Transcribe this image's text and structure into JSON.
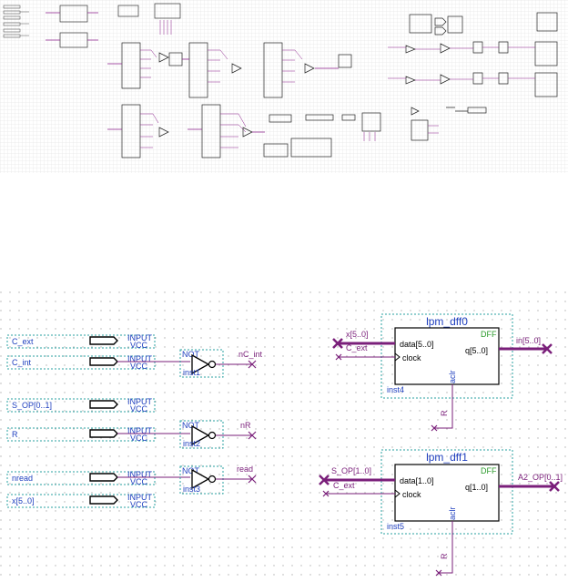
{
  "overview": {
    "gridColor": "#c8c8c8",
    "wireColor": "#8b1f8b",
    "blockColor": "#000000"
  },
  "detail": {
    "inputs": [
      {
        "name": "C_ext",
        "pin": "INPUT",
        "vcc": "VCC"
      },
      {
        "name": "C_int",
        "pin": "INPUT",
        "vcc": "VCC"
      },
      {
        "name": "S_OP[0..1]",
        "pin": "INPUT",
        "vcc": "VCC"
      },
      {
        "name": "R",
        "pin": "INPUT",
        "vcc": "VCC"
      },
      {
        "name": "nread",
        "pin": "INPUT",
        "vcc": "VCC"
      },
      {
        "name": "x[5..0]",
        "pin": "INPUT",
        "vcc": "VCC"
      }
    ],
    "not_gates": [
      {
        "type": "NOT",
        "inst": "inst1",
        "out": "nC_int"
      },
      {
        "type": "NOT",
        "inst": "inst2",
        "out": "nR"
      },
      {
        "type": "NOT",
        "inst": "inst3",
        "out": "read"
      }
    ],
    "dff_blocks": [
      {
        "title": "lpm_dff0",
        "tag": "DFF",
        "data_port": "data[5..0]",
        "clock_port": "clock",
        "q_port": "q[5..0]",
        "aclr": "aclr",
        "inst": "inst4",
        "in_bus": "x[5..0]",
        "clk_net": "C_ext",
        "out_bus": "in[5..0]",
        "aclr_net": "R"
      },
      {
        "title": "lpm_dff1",
        "tag": "DFF",
        "data_port": "data[1..0]",
        "clock_port": "clock",
        "q_port": "q[1..0]",
        "aclr": "aclr",
        "inst": "inst5",
        "in_bus": "S_OP[1..0]",
        "clk_net": "C_ext",
        "out_bus": "A2_OP[0..1]",
        "aclr_net": "R"
      }
    ],
    "colors": {
      "text_blue": "#1f3fbf",
      "text_purple": "#7a1f7a",
      "bus_purple": "#7a1f7a",
      "dotted_teal": "#2aa0a0",
      "dff_green": "#2a9a2a",
      "grid_dot": "#b0b0b0"
    }
  }
}
